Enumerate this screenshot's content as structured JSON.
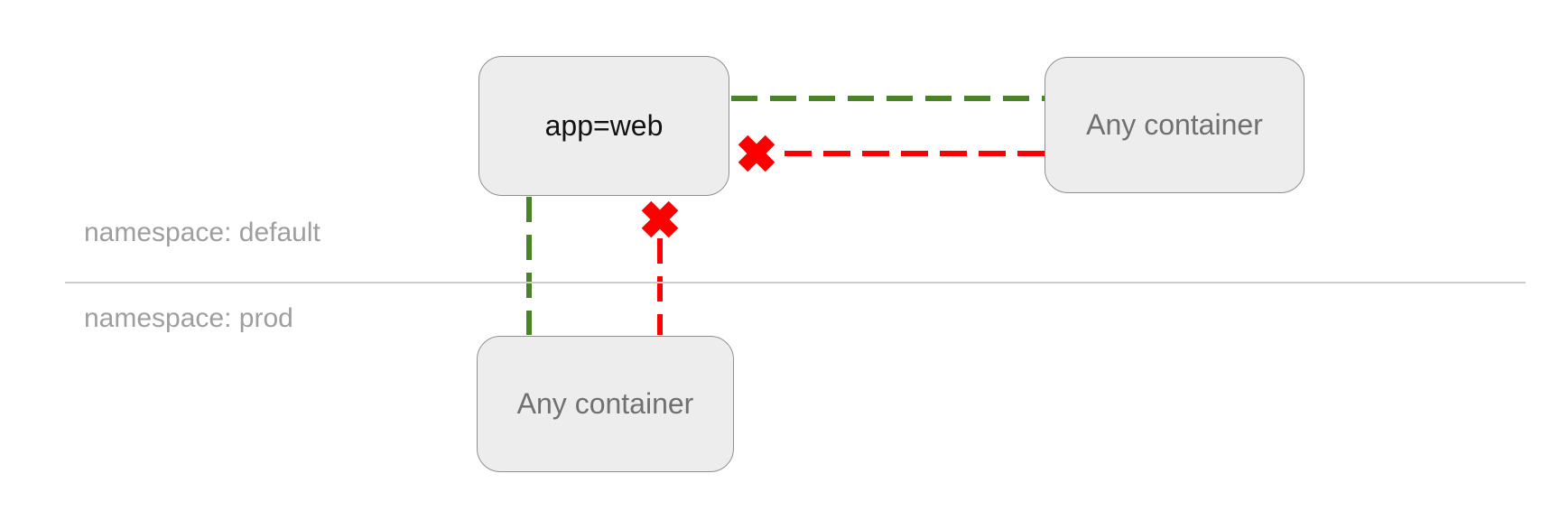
{
  "diagram": {
    "type": "network-policy-diagram",
    "namespaces": [
      {
        "id": "default",
        "label": "namespace: default"
      },
      {
        "id": "prod",
        "label": "namespace: prod"
      }
    ],
    "nodes": [
      {
        "id": "app-web",
        "label": "app=web",
        "namespace": "default",
        "emphasis": "primary"
      },
      {
        "id": "any-container-default",
        "label": "Any container",
        "namespace": "default",
        "emphasis": "secondary"
      },
      {
        "id": "any-container-prod",
        "label": "Any container",
        "namespace": "prod",
        "emphasis": "secondary"
      }
    ],
    "edges": [
      {
        "from": "app-web",
        "to": "any-container-default",
        "line": "dashed",
        "status": "allowed"
      },
      {
        "from": "any-container-default",
        "to": "app-web",
        "line": "dashed",
        "status": "blocked",
        "marker": "x"
      },
      {
        "from": "app-web",
        "to": "any-container-prod",
        "line": "dashed",
        "status": "allowed"
      },
      {
        "from": "any-container-prod",
        "to": "app-web",
        "line": "dashed",
        "status": "blocked",
        "marker": "x"
      }
    ],
    "colors": {
      "allowed": "#4a8227",
      "blocked": "#fb0000",
      "node_fill": "#ededed",
      "node_border": "#8f8f8f",
      "node_label_primary": "#111111",
      "node_label_secondary": "#707070",
      "namespace_label": "#9e9e9e",
      "divider": "#cccccc",
      "background": "#ffffff"
    }
  }
}
